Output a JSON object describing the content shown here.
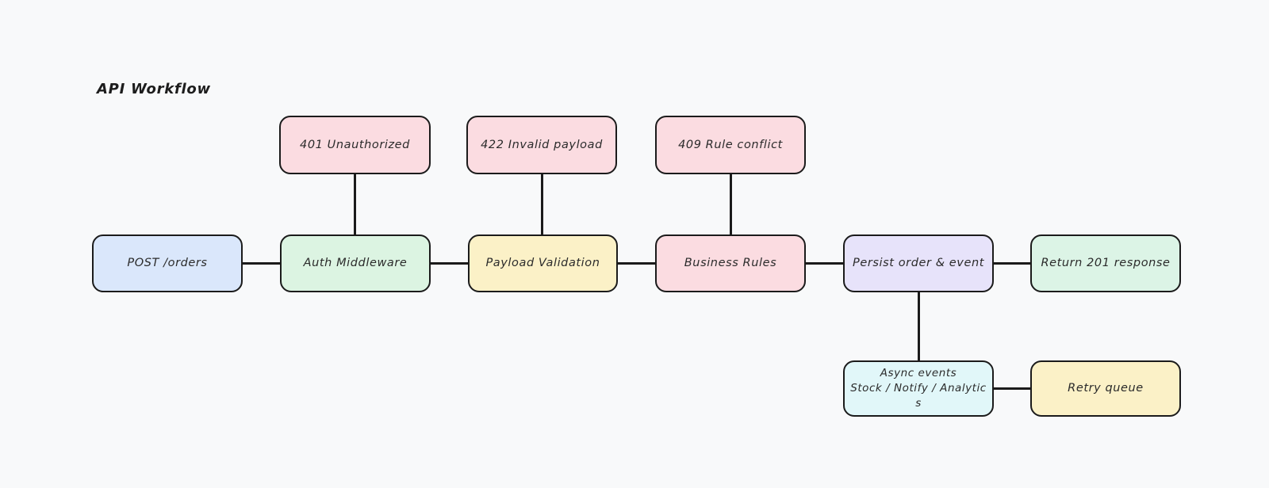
{
  "title": "API Workflow",
  "canvas": {
    "background_color": "#f8f9fa",
    "stroke_color": "#1b1b1b",
    "text_color": "#2b2b2b"
  },
  "diagram": {
    "nodes": [
      {
        "id": "post-orders",
        "label": "POST /orders",
        "fill": "#dae7fb"
      },
      {
        "id": "auth-middleware",
        "label": "Auth Middleware",
        "fill": "#dcf4e2"
      },
      {
        "id": "payload-validation",
        "label": "Payload Validation",
        "fill": "#fbf1c7"
      },
      {
        "id": "business-rules",
        "label": "Business Rules",
        "fill": "#fbdce1"
      },
      {
        "id": "persist-order-event",
        "label": "Persist order & event",
        "fill": "#e7e3fa"
      },
      {
        "id": "return-201-response",
        "label": "Return 201 response",
        "fill": "#dcf4e6"
      },
      {
        "id": "error-401",
        "label": "401 Unauthorized",
        "fill": "#fbdce1"
      },
      {
        "id": "error-422",
        "label": "422 Invalid payload",
        "fill": "#fbdce1"
      },
      {
        "id": "error-409",
        "label": "409 Rule conflict",
        "fill": "#fbdce1"
      },
      {
        "id": "async-events",
        "label": "Async events\nStock / Notify / Analytic\ns",
        "fill": "#e1f7f9"
      },
      {
        "id": "retry-queue",
        "label": "Retry queue",
        "fill": "#fbf1c7"
      }
    ],
    "edges": [
      {
        "from": "post-orders",
        "to": "auth-middleware"
      },
      {
        "from": "auth-middleware",
        "to": "payload-validation"
      },
      {
        "from": "payload-validation",
        "to": "business-rules"
      },
      {
        "from": "business-rules",
        "to": "persist-order-event"
      },
      {
        "from": "persist-order-event",
        "to": "return-201-response"
      },
      {
        "from": "auth-middleware",
        "to": "error-401"
      },
      {
        "from": "payload-validation",
        "to": "error-422"
      },
      {
        "from": "business-rules",
        "to": "error-409"
      },
      {
        "from": "persist-order-event",
        "to": "async-events"
      },
      {
        "from": "async-events",
        "to": "retry-queue"
      }
    ]
  }
}
